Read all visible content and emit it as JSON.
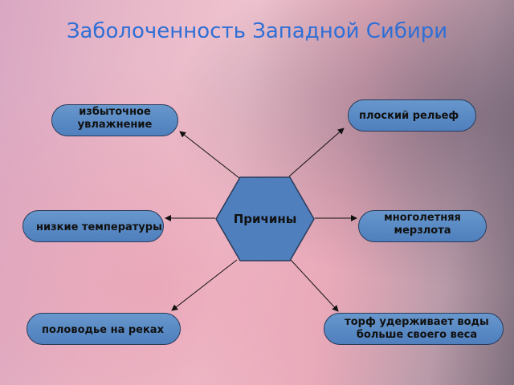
{
  "title": "Заболоченность Западной Сибири",
  "center": {
    "label": "Причины"
  },
  "causes": {
    "excess_moisture": "избыточное\nувлажнение",
    "flat_relief": "плоский рельеф",
    "low_temperatures": "низкие температуры",
    "permafrost": "многолетняя\nмерзлота",
    "river_floods": "половодье на реках",
    "peat": "торф удерживает воды\nбольше своего веса"
  },
  "colors": {
    "title": "#2f6fd6",
    "node_fill": "#4f7fbd",
    "node_border": "#2a3b5a",
    "arrow": "#111111"
  }
}
